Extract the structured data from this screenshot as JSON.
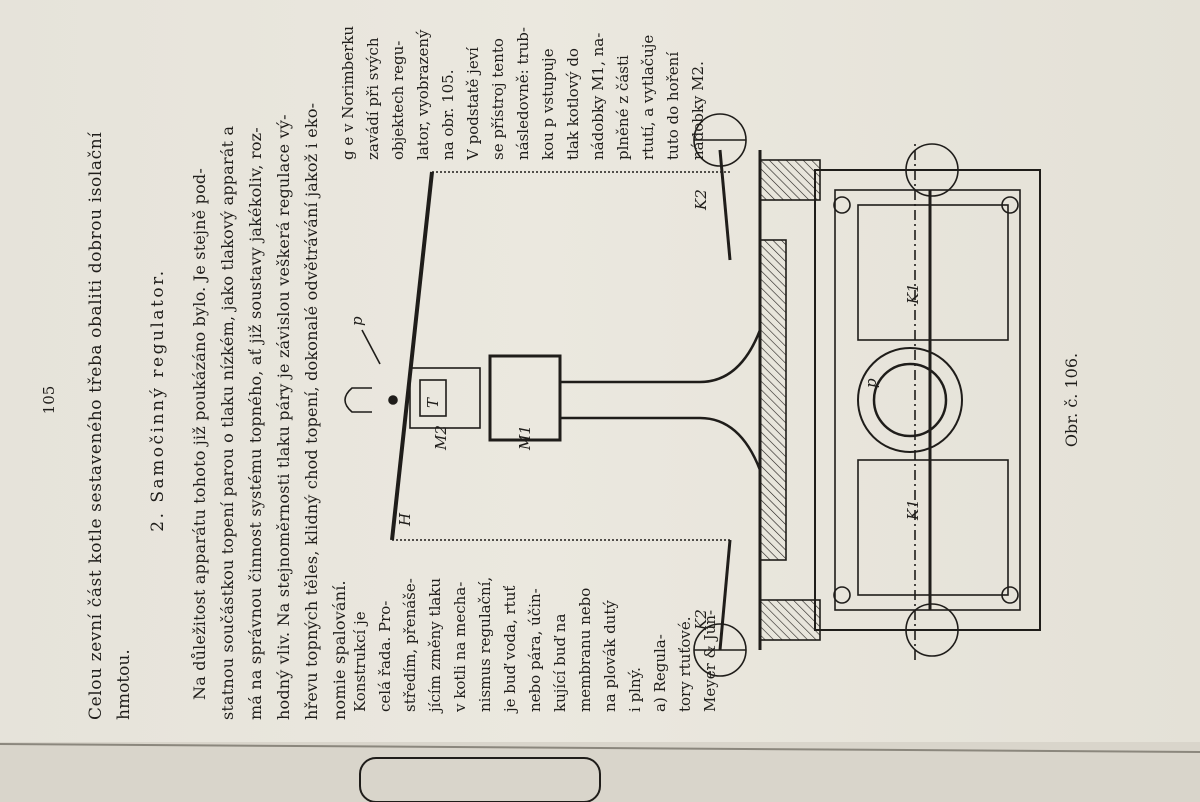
{
  "page_number": "105",
  "intro": {
    "line1": "Celou zevní část kotle sestaveného třeba obaliti dobrou isolační",
    "line2": "hmotou."
  },
  "heading": "2. Samočinný regulator.",
  "body_lines": [
    "Na důležitost apparátu tohoto již poukázáno bylo. Je stejně pod-",
    "statnou součástkou topení parou o tlaku nízkém, jako tlakový apparát a",
    "má na správnou činnost systému topného, ať již soustavy jakékoliv, roz-",
    "hodný vliv. Na stejnoměrnosti tlaku páry je závislou veškerá regulace vý-",
    "hřevu topných těles, klidný chod topení, dokonalé odvětrávání jakož i eko-",
    "nomie spalování."
  ],
  "left_column": [
    "Konstrukcí je",
    "celá řada. Pro-",
    "středím, přenáše-",
    "jícím změny tlaku",
    "v kotli na mecha-",
    "nismus regulační,",
    "je buď voda, rtuť",
    "nebo pára, účin-",
    "kující buď na",
    "membranu nebo",
    "na plovák dutý",
    "i plný.",
    "a) Regula-",
    "tory rtuťové.",
    "Meyer & Jun-"
  ],
  "right_column": [
    "g e v Norimberku",
    "zavádí při svých",
    "objektech regu-",
    "lator, vyobrazený",
    "na obr. 105.",
    "V podstatě jeví",
    "se přístroj tento",
    "následovně: trub-",
    "kou p vstupuje",
    "tlak kotlový do",
    "nádobky M1, na-",
    "plněné z části",
    "rtutí, a vytlačuje",
    "tuto do hoření",
    "nádobky M2."
  ],
  "figure_labels": {
    "H": "H",
    "T": "T",
    "p_top": "p",
    "M2": "M2",
    "M1": "M1",
    "K2_left": "K2",
    "K2_right": "K2",
    "K1_a": "K1",
    "K1_b": "K1",
    "p_plan": "p"
  },
  "caption": "Obr. č. 106.",
  "colors": {
    "paper": "#e9e6dd",
    "ink": "#1f1d1a",
    "background": "#c9c6bd"
  }
}
